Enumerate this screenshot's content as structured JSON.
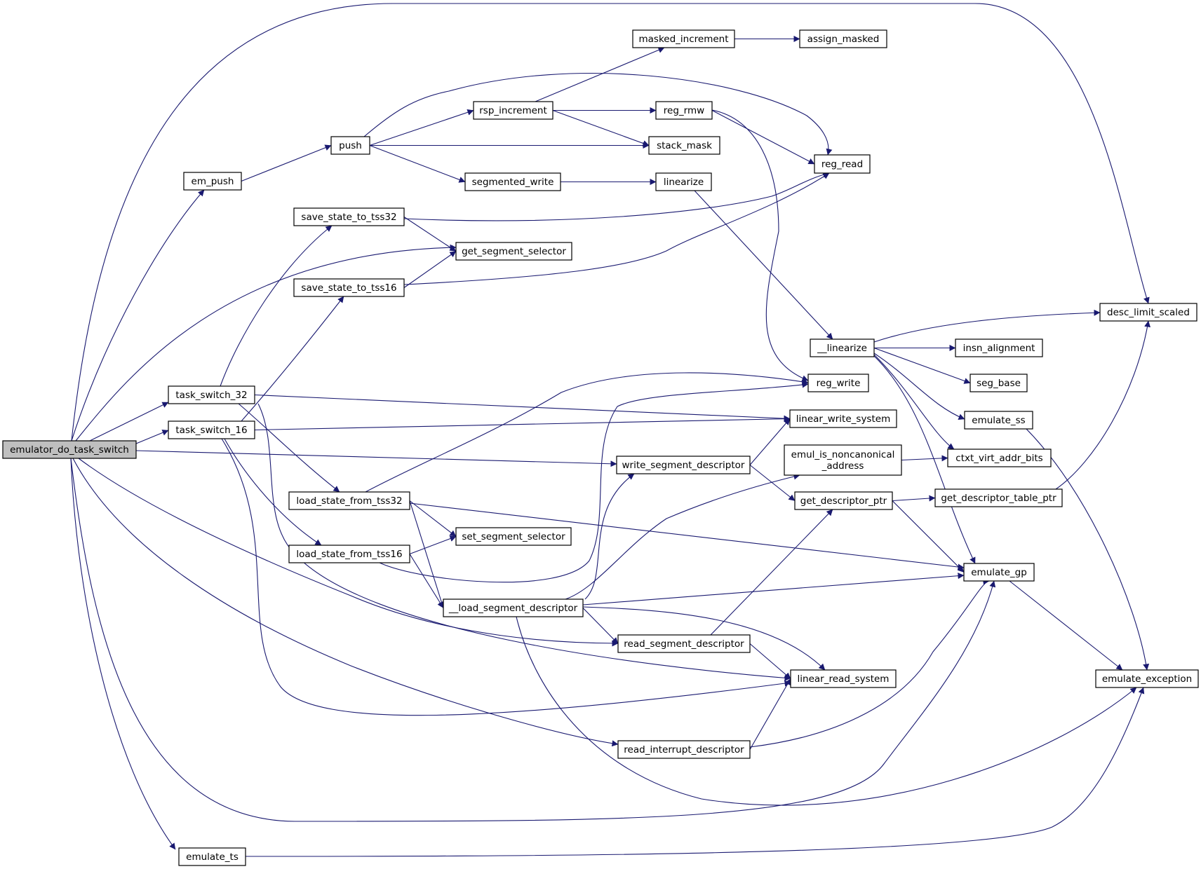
{
  "graph": {
    "edge_color": "#191970",
    "root_fill": "#bfbfbf",
    "nodes": [
      {
        "id": "emulator_do_task_switch",
        "lines": [
          "emulator_do_task_switch"
        ],
        "root": true
      },
      {
        "id": "em_push",
        "lines": [
          "em_push"
        ]
      },
      {
        "id": "push",
        "lines": [
          "push"
        ]
      },
      {
        "id": "rsp_increment",
        "lines": [
          "rsp_increment"
        ]
      },
      {
        "id": "masked_increment",
        "lines": [
          "masked_increment"
        ]
      },
      {
        "id": "assign_masked",
        "lines": [
          "assign_masked"
        ]
      },
      {
        "id": "reg_rmw",
        "lines": [
          "reg_rmw"
        ]
      },
      {
        "id": "stack_mask",
        "lines": [
          "stack_mask"
        ]
      },
      {
        "id": "reg_read",
        "lines": [
          "reg_read"
        ]
      },
      {
        "id": "segmented_write",
        "lines": [
          "segmented_write"
        ]
      },
      {
        "id": "linearize",
        "lines": [
          "linearize"
        ]
      },
      {
        "id": "save_state_to_tss32",
        "lines": [
          "save_state_to_tss32"
        ]
      },
      {
        "id": "get_segment_selector",
        "lines": [
          "get_segment_selector"
        ]
      },
      {
        "id": "save_state_to_tss16",
        "lines": [
          "save_state_to_tss16"
        ]
      },
      {
        "id": "desc_limit_scaled",
        "lines": [
          "desc_limit_scaled"
        ]
      },
      {
        "id": "__linearize",
        "lines": [
          "__linearize"
        ]
      },
      {
        "id": "insn_alignment",
        "lines": [
          "insn_alignment"
        ]
      },
      {
        "id": "seg_base",
        "lines": [
          "seg_base"
        ]
      },
      {
        "id": "reg_write",
        "lines": [
          "reg_write"
        ]
      },
      {
        "id": "task_switch_32",
        "lines": [
          "task_switch_32"
        ]
      },
      {
        "id": "task_switch_16",
        "lines": [
          "task_switch_16"
        ]
      },
      {
        "id": "linear_write_system",
        "lines": [
          "linear_write_system"
        ]
      },
      {
        "id": "emulate_ss",
        "lines": [
          "emulate_ss"
        ]
      },
      {
        "id": "emul_is_noncanonical_address",
        "lines": [
          "emul_is_noncanonical",
          "_address"
        ]
      },
      {
        "id": "ctxt_virt_addr_bits",
        "lines": [
          "ctxt_virt_addr_bits"
        ]
      },
      {
        "id": "write_segment_descriptor",
        "lines": [
          "write_segment_descriptor"
        ]
      },
      {
        "id": "load_state_from_tss32",
        "lines": [
          "load_state_from_tss32"
        ]
      },
      {
        "id": "get_descriptor_ptr",
        "lines": [
          "get_descriptor_ptr"
        ]
      },
      {
        "id": "get_descriptor_table_ptr",
        "lines": [
          "get_descriptor_table_ptr"
        ]
      },
      {
        "id": "set_segment_selector",
        "lines": [
          "set_segment_selector"
        ]
      },
      {
        "id": "load_state_from_tss16",
        "lines": [
          "load_state_from_tss16"
        ]
      },
      {
        "id": "emulate_gp",
        "lines": [
          "emulate_gp"
        ]
      },
      {
        "id": "__load_segment_descriptor",
        "lines": [
          "__load_segment_descriptor"
        ]
      },
      {
        "id": "read_segment_descriptor",
        "lines": [
          "read_segment_descriptor"
        ]
      },
      {
        "id": "linear_read_system",
        "lines": [
          "linear_read_system"
        ]
      },
      {
        "id": "emulate_exception",
        "lines": [
          "emulate_exception"
        ]
      },
      {
        "id": "read_interrupt_descriptor",
        "lines": [
          "read_interrupt_descriptor"
        ]
      },
      {
        "id": "emulate_ts",
        "lines": [
          "emulate_ts"
        ]
      }
    ],
    "edges": [
      [
        "emulator_do_task_switch",
        "desc_limit_scaled"
      ],
      [
        "emulator_do_task_switch",
        "em_push"
      ],
      [
        "emulator_do_task_switch",
        "get_segment_selector"
      ],
      [
        "emulator_do_task_switch",
        "task_switch_32"
      ],
      [
        "emulator_do_task_switch",
        "task_switch_16"
      ],
      [
        "emulator_do_task_switch",
        "write_segment_descriptor"
      ],
      [
        "emulator_do_task_switch",
        "read_segment_descriptor"
      ],
      [
        "emulator_do_task_switch",
        "read_interrupt_descriptor"
      ],
      [
        "emulator_do_task_switch",
        "emulate_gp"
      ],
      [
        "emulator_do_task_switch",
        "emulate_ts"
      ],
      [
        "em_push",
        "push"
      ],
      [
        "push",
        "rsp_increment"
      ],
      [
        "push",
        "stack_mask"
      ],
      [
        "push",
        "reg_read"
      ],
      [
        "push",
        "segmented_write"
      ],
      [
        "rsp_increment",
        "masked_increment"
      ],
      [
        "rsp_increment",
        "reg_rmw"
      ],
      [
        "rsp_increment",
        "stack_mask"
      ],
      [
        "masked_increment",
        "assign_masked"
      ],
      [
        "reg_rmw",
        "reg_read"
      ],
      [
        "reg_rmw",
        "reg_write"
      ],
      [
        "segmented_write",
        "linearize"
      ],
      [
        "linearize",
        "__linearize"
      ],
      [
        "save_state_to_tss32",
        "reg_read"
      ],
      [
        "save_state_to_tss32",
        "get_segment_selector"
      ],
      [
        "save_state_to_tss16",
        "get_segment_selector"
      ],
      [
        "save_state_to_tss16",
        "reg_read"
      ],
      [
        "task_switch_32",
        "save_state_to_tss32"
      ],
      [
        "task_switch_32",
        "linear_write_system"
      ],
      [
        "task_switch_32",
        "load_state_from_tss32"
      ],
      [
        "task_switch_32",
        "linear_read_system"
      ],
      [
        "task_switch_16",
        "save_state_to_tss16"
      ],
      [
        "task_switch_16",
        "linear_write_system"
      ],
      [
        "task_switch_16",
        "load_state_from_tss16"
      ],
      [
        "task_switch_16",
        "linear_read_system"
      ],
      [
        "load_state_from_tss32",
        "reg_write"
      ],
      [
        "load_state_from_tss32",
        "set_segment_selector"
      ],
      [
        "load_state_from_tss32",
        "__load_segment_descriptor"
      ],
      [
        "load_state_from_tss32",
        "emulate_gp"
      ],
      [
        "load_state_from_tss16",
        "set_segment_selector"
      ],
      [
        "load_state_from_tss16",
        "__load_segment_descriptor"
      ],
      [
        "load_state_from_tss16",
        "reg_write"
      ],
      [
        "__load_segment_descriptor",
        "write_segment_descriptor"
      ],
      [
        "__load_segment_descriptor",
        "emul_is_noncanonical_address"
      ],
      [
        "__load_segment_descriptor",
        "emulate_gp"
      ],
      [
        "__load_segment_descriptor",
        "read_segment_descriptor"
      ],
      [
        "__load_segment_descriptor",
        "linear_read_system"
      ],
      [
        "__load_segment_descriptor",
        "emulate_exception"
      ],
      [
        "write_segment_descriptor",
        "linear_write_system"
      ],
      [
        "write_segment_descriptor",
        "get_descriptor_ptr"
      ],
      [
        "read_segment_descriptor",
        "get_descriptor_ptr"
      ],
      [
        "read_segment_descriptor",
        "linear_read_system"
      ],
      [
        "read_interrupt_descriptor",
        "linear_read_system"
      ],
      [
        "read_interrupt_descriptor",
        "emulate_gp"
      ],
      [
        "emul_is_noncanonical_address",
        "ctxt_virt_addr_bits"
      ],
      [
        "get_descriptor_ptr",
        "get_descriptor_table_ptr"
      ],
      [
        "get_descriptor_ptr",
        "emulate_gp"
      ],
      [
        "get_descriptor_table_ptr",
        "desc_limit_scaled"
      ],
      [
        "__linearize",
        "desc_limit_scaled"
      ],
      [
        "__linearize",
        "insn_alignment"
      ],
      [
        "__linearize",
        "seg_base"
      ],
      [
        "__linearize",
        "emulate_ss"
      ],
      [
        "__linearize",
        "ctxt_virt_addr_bits"
      ],
      [
        "__linearize",
        "emulate_gp"
      ],
      [
        "emulate_ss",
        "emulate_exception"
      ],
      [
        "emulate_gp",
        "emulate_exception"
      ],
      [
        "emulate_ts",
        "emulate_exception"
      ]
    ]
  }
}
